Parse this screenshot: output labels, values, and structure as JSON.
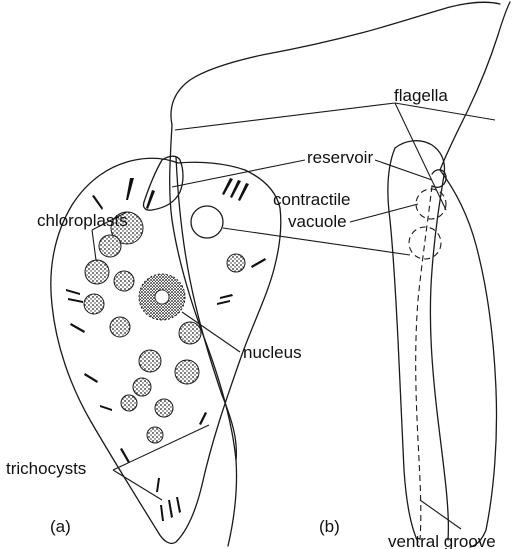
{
  "labels": {
    "flagella": "flagella",
    "chloroplasts": "chloroplasts",
    "reservoir": "reservoir",
    "contractile_line1": "contractile",
    "contractile_line2": "vacuole",
    "nucleus": "nucleus",
    "trichocysts": "trichocysts",
    "panel_a": "(a)",
    "panel_b": "(b)",
    "ventral_groove": "ventral groove"
  },
  "colors": {
    "ink": "#1a1a1a",
    "background": "#ffffff"
  }
}
